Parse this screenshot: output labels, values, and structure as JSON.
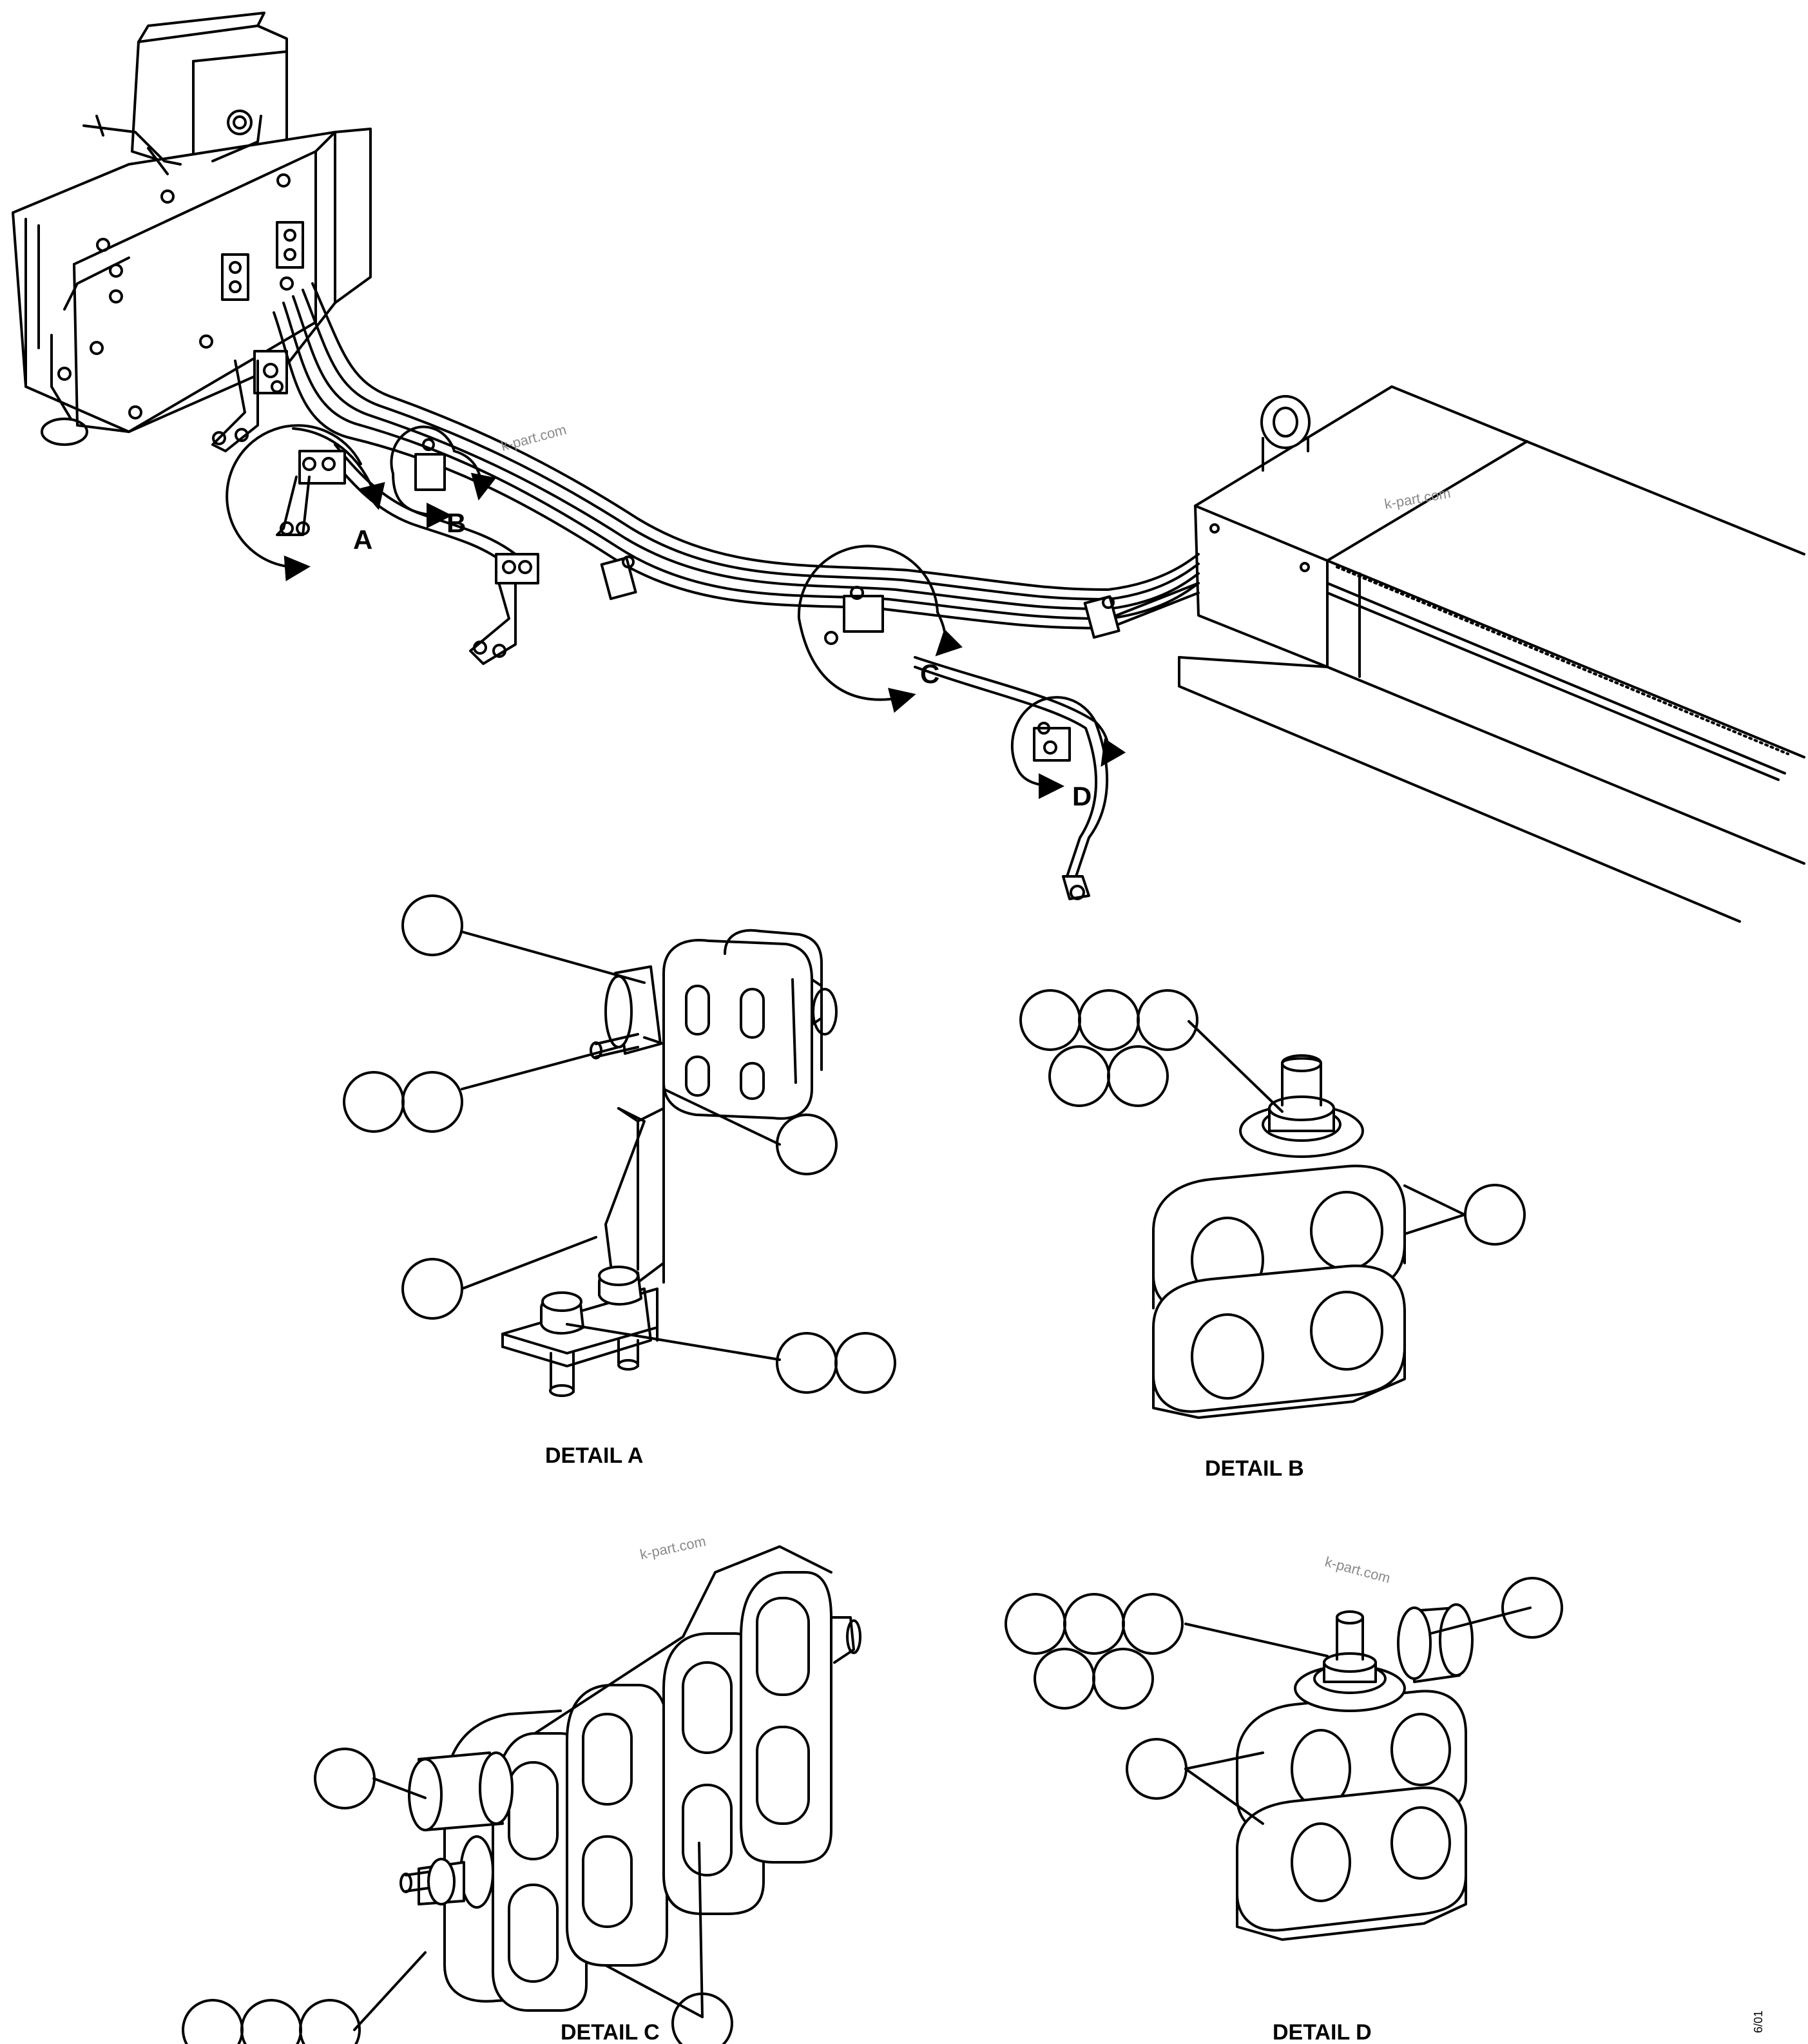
{
  "labels": {
    "A": "A",
    "B": "B",
    "C": "C",
    "D": "D"
  },
  "details": {
    "a": "DETAIL A",
    "b": "DETAIL B",
    "c": "DETAIL C",
    "d": "DETAIL D"
  },
  "watermark": "k-part.com",
  "drawing_code": "6/01"
}
